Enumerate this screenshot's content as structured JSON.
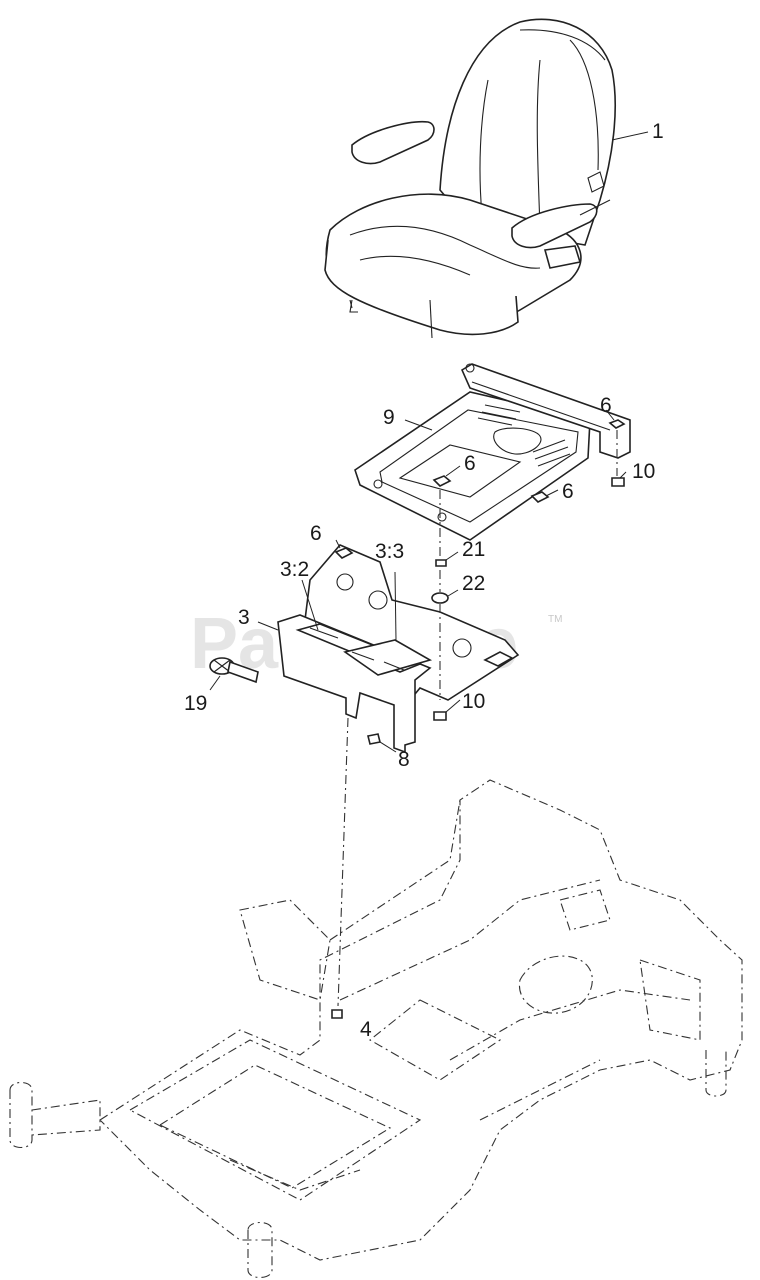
{
  "watermark": {
    "text": "PartsTree",
    "trademark": "TM"
  },
  "callouts": {
    "seat": "1",
    "seat_plate": "9",
    "nut_top_right": "6",
    "nut_center": "6",
    "nut_plate_right": "6",
    "nut_bracket": "6",
    "bolt_right": "10",
    "bolt_lower": "10",
    "spacer": "21",
    "washer": "22",
    "decal_3_2": "3:2",
    "decal_3_3": "3:3",
    "seat_pan": "3",
    "emblem": "19",
    "screw": "8",
    "frame_bolt": "4"
  }
}
